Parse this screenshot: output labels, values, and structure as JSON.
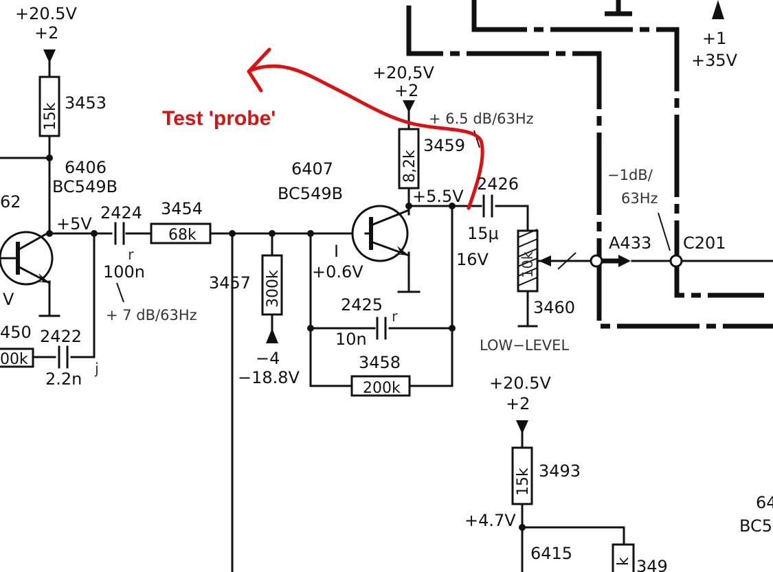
{
  "annotation": {
    "label": "Test 'probe'",
    "color": "#e01010"
  },
  "rails": {
    "left_v": "+20.5V",
    "left_n": "+2",
    "mid_v": "+20,5V",
    "mid_n": "+2",
    "right_v": "+1",
    "right_n": "+35V",
    "bottom_v": "+20.5V",
    "bottom_n": "+2",
    "neg_n": "−4",
    "neg_v": "−18.8V"
  },
  "transistors": {
    "t6406": {
      "ref": "6406",
      "type": "BC549B"
    },
    "t6407": {
      "ref": "6407",
      "type": "BC549B"
    },
    "t6415": {
      "ref": "6415"
    },
    "left_ref_fragment": "62",
    "right_ref_fragment": "64",
    "right_type_fragment": "BC5"
  },
  "resistors": {
    "r3453": {
      "ref": "3453",
      "value": "15k"
    },
    "r3454": {
      "ref": "3454",
      "value": "68k"
    },
    "r3457": {
      "ref": "3457",
      "value": "300k"
    },
    "r3458": {
      "ref": "3458",
      "value": "200k"
    },
    "r3459": {
      "ref": "3459",
      "value": "8,2k"
    },
    "r3460": {
      "ref": "3460",
      "value": "10k"
    },
    "r3493": {
      "ref": "3493",
      "value": "15k"
    },
    "r_left_fragment": {
      "ref": "450",
      "value": "00k"
    },
    "r_bottom_fragment": {
      "ref": "349",
      "value": "k"
    }
  },
  "capacitors": {
    "c2424": {
      "ref": "2424",
      "value": "100n",
      "mark": "r"
    },
    "c2422": {
      "ref": "2422",
      "value": "2.2n",
      "mark": "j"
    },
    "c2425": {
      "ref": "2425",
      "value": "10n",
      "mark": "r"
    },
    "c2426": {
      "ref": "2426",
      "value": "15μ",
      "voltage": "16V"
    }
  },
  "voltages": {
    "v_plus5": "+5V",
    "v_plus06": "+0.6V",
    "v_plus55": "+5.5V",
    "v_plus47": "+4.7V",
    "v_left_frag": "V",
    "v_tick": "I"
  },
  "notes": {
    "note_7db": "+ 7 dB/63Hz",
    "note_65db": "+ 6.5 dB/63Hz",
    "note_1db_a": "−1dB/",
    "note_1db_b": "63Hz",
    "low_level": "LOW−LEVEL"
  },
  "connectors": {
    "a433": "A433",
    "c201": "C201"
  }
}
